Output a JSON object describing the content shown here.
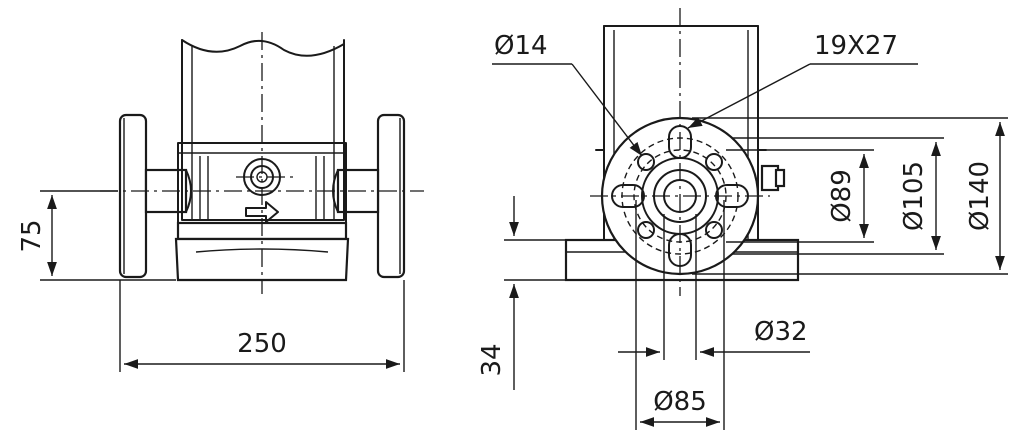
{
  "left_view": {
    "dim_width": "250",
    "dim_height": "75"
  },
  "right_view": {
    "dim_hole": "Ø14",
    "dim_slot": "19X27",
    "dim_bolt_circle_small": "Ø89",
    "dim_bolt_circle_mid": "Ø105",
    "dim_flange": "Ø140",
    "dim_bore": "Ø32",
    "dim_hub": "Ø85",
    "dim_base_height": "34"
  },
  "colors": {
    "ink": "#1a1a1a",
    "paper": "#ffffff"
  }
}
